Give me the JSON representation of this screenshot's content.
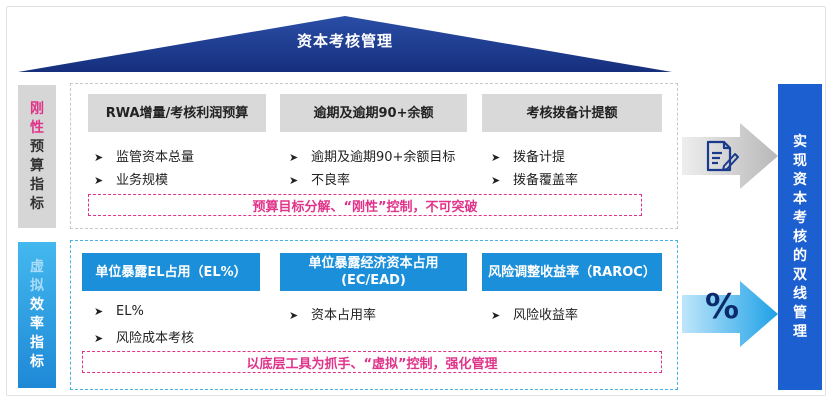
{
  "roof": {
    "title": "资本考核管理",
    "color": "#1a3a8c"
  },
  "rigid": {
    "label_chars": [
      "刚",
      "性",
      "预",
      "算",
      "指",
      "标"
    ],
    "headers": [
      "RWA增量/考核利润预算",
      "逾期及逾期90+余额",
      "考核拨备计提额"
    ],
    "bullets": [
      [
        "监管资本总量",
        "业务规模"
      ],
      [
        "逾期及逾期90+余额目标",
        "不良率"
      ],
      [
        "拨备计提",
        "拨备覆盖率"
      ]
    ],
    "bar_text": "预算目标分解、“刚性”控制，不可突破"
  },
  "virtual": {
    "label_chars": [
      "虚",
      "拟",
      "效",
      "率",
      "指",
      "标"
    ],
    "headers": [
      [
        "单位暴露EL占用（EL%）"
      ],
      [
        "单位暴露经济资本占用",
        "(EC/EAD)"
      ],
      [
        "风险调整收益率（RAROC）"
      ]
    ],
    "bullets": [
      [
        "EL%",
        "风险成本考核"
      ],
      [
        "资本占用率"
      ],
      [
        "风险收益率"
      ]
    ],
    "bar_text": "以底层工具为抓手、“虚拟”控制，强化管理"
  },
  "right_box": {
    "chars": [
      "实",
      "现",
      "资",
      "本",
      "考",
      "核",
      "的",
      "双",
      "线",
      "管",
      "理"
    ]
  },
  "icons": {
    "document": "document-edit-icon",
    "percent_text": "%"
  },
  "colors": {
    "accent_pink": "#e0338a",
    "accent_blue": "#1b8fd9",
    "navy": "#1a3a8c",
    "right_box": "#1c5fd1"
  }
}
